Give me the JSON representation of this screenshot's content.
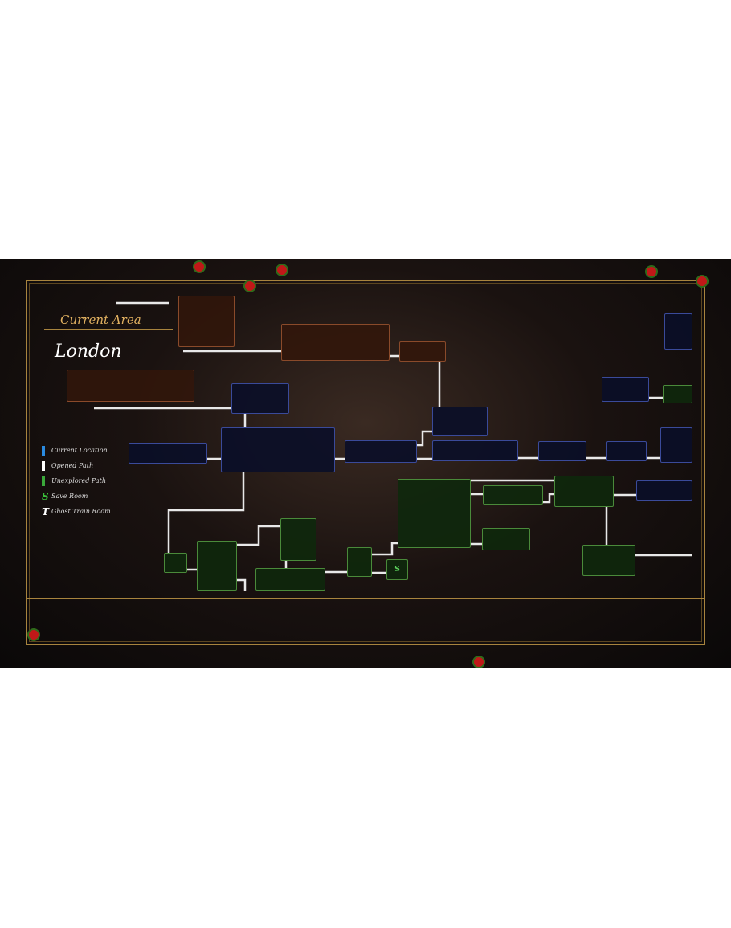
{
  "header": {
    "title": "Current Area",
    "area_name": "London"
  },
  "legend": [
    {
      "label": "Current Location",
      "color": "#2a8ae0"
    },
    {
      "label": "Opened Path",
      "color": "#ffffff"
    },
    {
      "label": "Unexplored Path",
      "color": "#3aa83a"
    },
    {
      "label": "Save Room",
      "glyph": "S",
      "color": "#3ac03a"
    },
    {
      "label": "Ghost Train Room",
      "glyph": "T",
      "color": "#ffffff"
    }
  ],
  "map": {
    "save_room_label": "S"
  }
}
